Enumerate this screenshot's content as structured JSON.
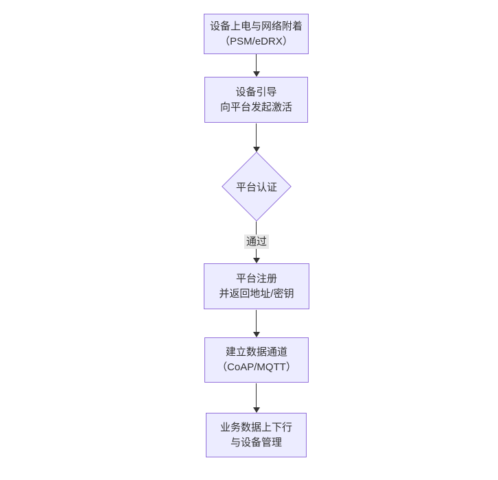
{
  "diagram": {
    "type": "flowchart",
    "direction": "top-down",
    "colors": {
      "node_fill": "#ECECFF",
      "node_border": "#9370DB",
      "edge_line": "#333333",
      "edge_label_bg": "#e8e8e8",
      "text": "#333333",
      "background": "#ffffff"
    },
    "nodes": {
      "power": {
        "shape": "rect",
        "line1": "设备上电与网络附着",
        "line2": "（PSM/eDRX）"
      },
      "bootstrap": {
        "shape": "rect",
        "line1": "设备引导",
        "line2": "向平台发起激活"
      },
      "auth": {
        "shape": "diamond",
        "label": "平台认证"
      },
      "register": {
        "shape": "rect",
        "line1": "平台注册",
        "line2": "并返回地址/密钥"
      },
      "channel": {
        "shape": "rect",
        "line1": "建立数据通道",
        "line2": "（CoAP/MQTT）"
      },
      "business": {
        "shape": "rect",
        "line1": "业务数据上下行",
        "line2": "与设备管理"
      }
    },
    "edges": [
      {
        "from": "power",
        "to": "bootstrap",
        "label": ""
      },
      {
        "from": "bootstrap",
        "to": "auth",
        "label": ""
      },
      {
        "from": "auth",
        "to": "register",
        "label": "通过"
      },
      {
        "from": "register",
        "to": "channel",
        "label": ""
      },
      {
        "from": "channel",
        "to": "business",
        "label": ""
      }
    ]
  }
}
